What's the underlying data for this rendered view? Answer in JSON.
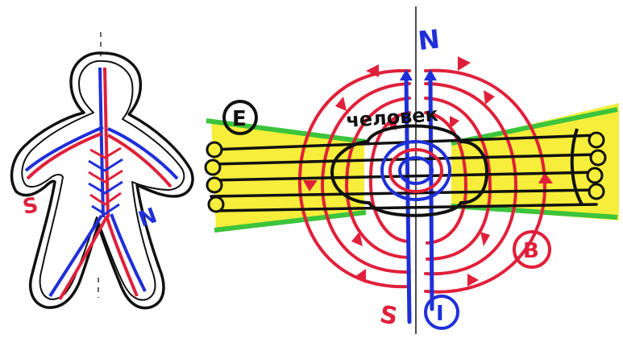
{
  "labels": {
    "left_s": "S",
    "left_n": "N",
    "top_n": "N",
    "bottom_s": "S",
    "bottom_i": "I",
    "e_label": "E",
    "b_label": "B",
    "human": "человек"
  },
  "colors": {
    "red": "#e0203a",
    "blue": "#1f2fd8",
    "black": "#111111",
    "yellow": "#f6ee3a",
    "green": "#3cc43c",
    "paper": "#ffffff"
  }
}
